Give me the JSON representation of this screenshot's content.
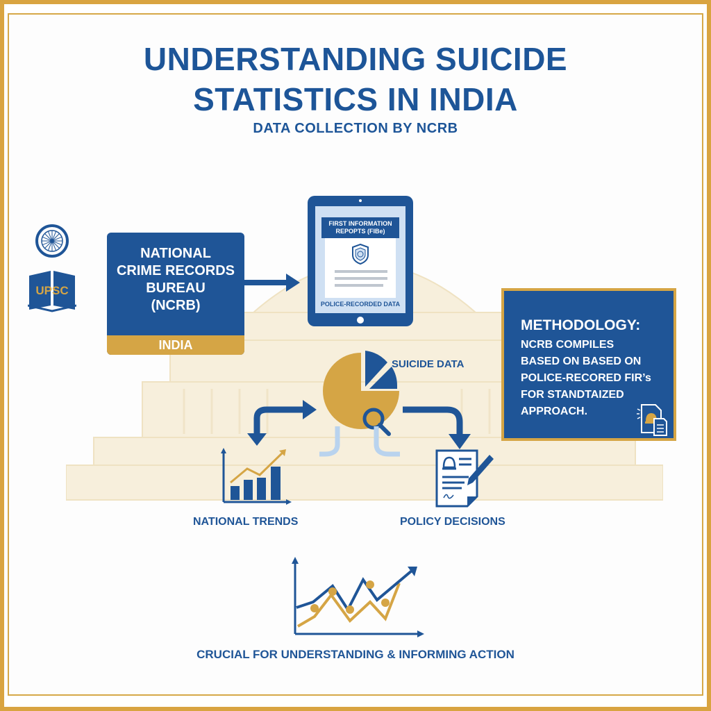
{
  "header": {
    "title_line1": "UNDERSTANDING SUICIDE",
    "title_line2": "STATISTICS IN INDIA",
    "subtitle": "DATA COLLECTION BY NCRB"
  },
  "logo": {
    "icon": "ashoka-chakra-book-icon",
    "text": "UPSC"
  },
  "ncrb_box": {
    "lines": [
      "NATIONAL",
      "CRIME RECORDS",
      "BUREAU",
      "(NCRB)"
    ],
    "footer": "INDIA"
  },
  "tablet": {
    "header_line1": "FIRST INFORMATION",
    "header_line2": "REPOPTS (FIBe)",
    "icon": "police-badge-icon",
    "footer": "POLICE-RECORDED DATA"
  },
  "center": {
    "icon": "pie-chart-magnifier-icon",
    "label": "SUICIDE DATA"
  },
  "methodology": {
    "title": "METHODOLOGY:",
    "body": "NCRB COMPILES\nBASED ON BASED ON\nPOLICE-RECORED FIR’s\nFOR STANDTAIZED\nAPPROACH.",
    "icon": "document-alert-icon"
  },
  "outputs": {
    "trends_label": "NATIONAL TRENDS",
    "trends_icon": "bar-chart-trend-icon",
    "policy_label": "POLICY DECISIONS",
    "policy_icon": "document-pen-icon"
  },
  "footer": {
    "icon": "line-chart-icon",
    "text": "CRUCIAL FOR UNDERSTANDING & INFORMING ACTION"
  },
  "colors": {
    "primary_blue": "#1f5597",
    "gold": "#d5a545",
    "light_blue": "#cfe0f3",
    "background": "#ffffff"
  }
}
